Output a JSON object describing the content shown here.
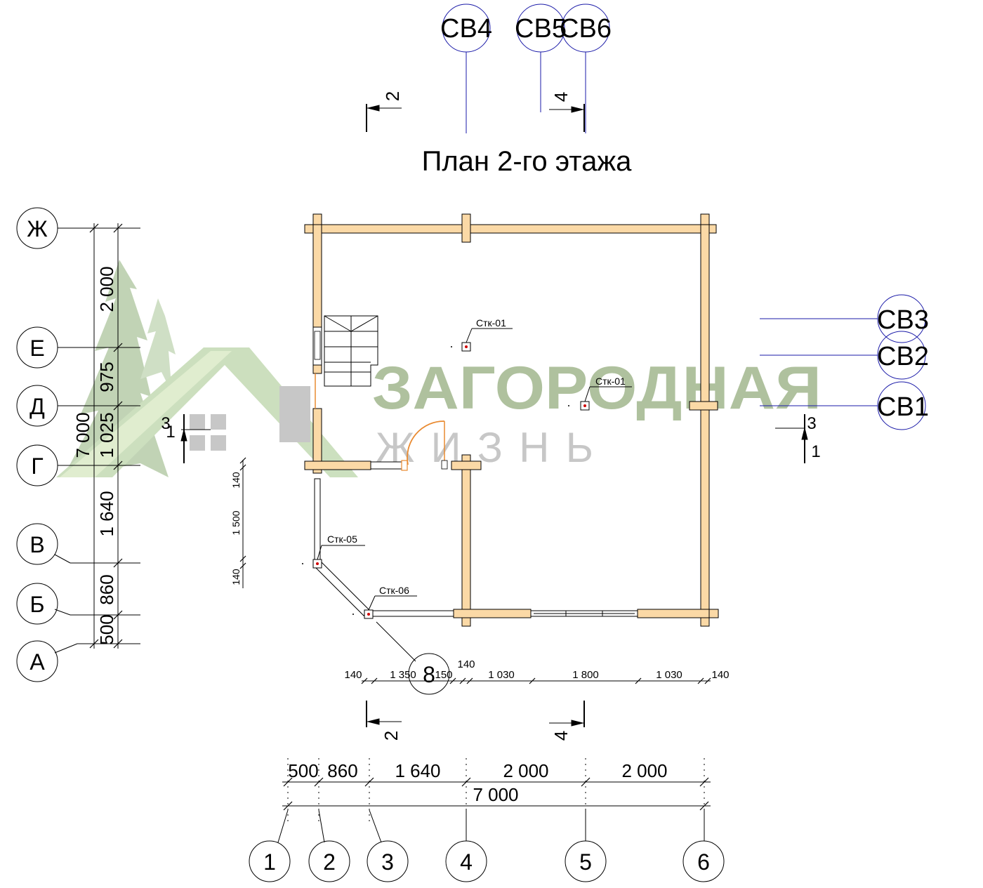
{
  "title": "План 2-го этажа",
  "axes_top_letters": [
    "Ж",
    "Е",
    "Д",
    "Г",
    "В",
    "Б",
    "А"
  ],
  "axes_numbers": [
    "1",
    "2",
    "3",
    "4",
    "5",
    "6"
  ],
  "section_marks": {
    "top": [
      "СВ4",
      "СВ5",
      "СВ6"
    ],
    "right": [
      "СВ3",
      "СВ2",
      "СВ1"
    ]
  },
  "cut_marks": {
    "two": "2",
    "four": "4",
    "one": "1",
    "three": "3"
  },
  "node_label": "8",
  "columns": [
    "Стк-01",
    "Стк-01",
    "Стк-05",
    "Стк-06"
  ],
  "vertical_dims": [
    "2 000",
    "975",
    "1 025",
    "1 640",
    "860",
    "500",
    "7 000"
  ],
  "window_dims": [
    "140",
    "1 500",
    "140"
  ],
  "bottom_inner_dims": [
    "140",
    "1 350",
    "150",
    "140",
    "1 030",
    "1 800",
    "1 030",
    "140"
  ],
  "bottom_axis_dims": [
    "500",
    "860",
    "1 640",
    "2 000",
    "2 000"
  ],
  "bottom_total": "7 000",
  "watermark": {
    "main": "ЗАГОРОДНАЯ",
    "sub": "ЖИЗНЬ"
  },
  "colors": {
    "wall": "#fbd9a6",
    "section_blue": "#1a1aa8",
    "watermark_green": "#6f8f4f",
    "watermark_gray": "#9a9a9a"
  }
}
